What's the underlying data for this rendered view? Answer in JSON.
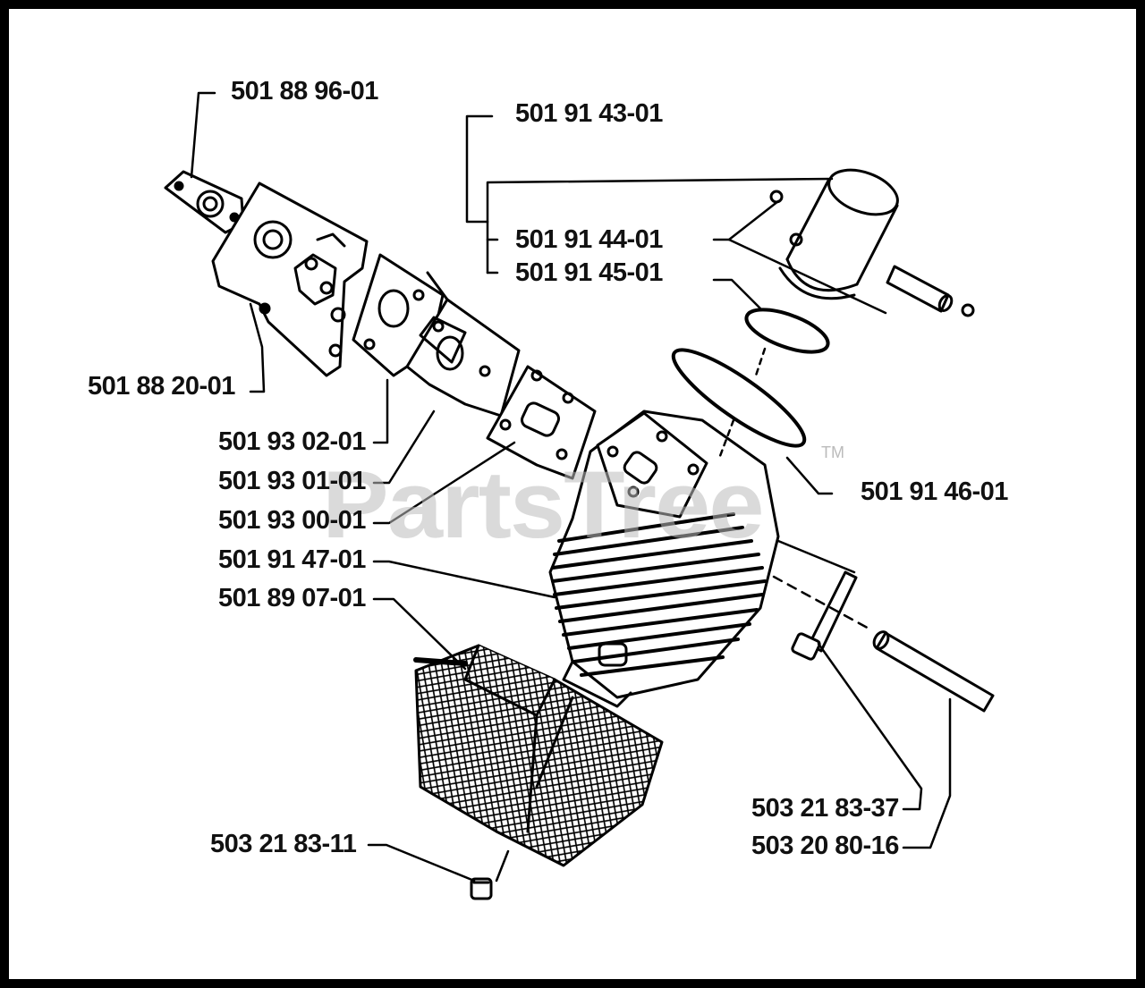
{
  "watermark": {
    "text": "PartsTree",
    "tm": "TM"
  },
  "labels": {
    "p_5018896": "501 88 96-01",
    "p_5019143": "501 91 43-01",
    "p_5019144": "501 91 44-01",
    "p_5019145": "501 91 45-01",
    "p_5018820": "501 88 20-01",
    "p_5019302": "501 93 02-01",
    "p_5019301": "501 93 01-01",
    "p_5019300": "501 93 00-01",
    "p_5019146": "501 91 46-01",
    "p_5019147": "501 91 47-01",
    "p_5018907": "501 89 07-01",
    "p_5032183_37": "503 21 83-37",
    "p_5032080": "503 20 80-16",
    "p_5032183_11": "503 21 83-11"
  }
}
